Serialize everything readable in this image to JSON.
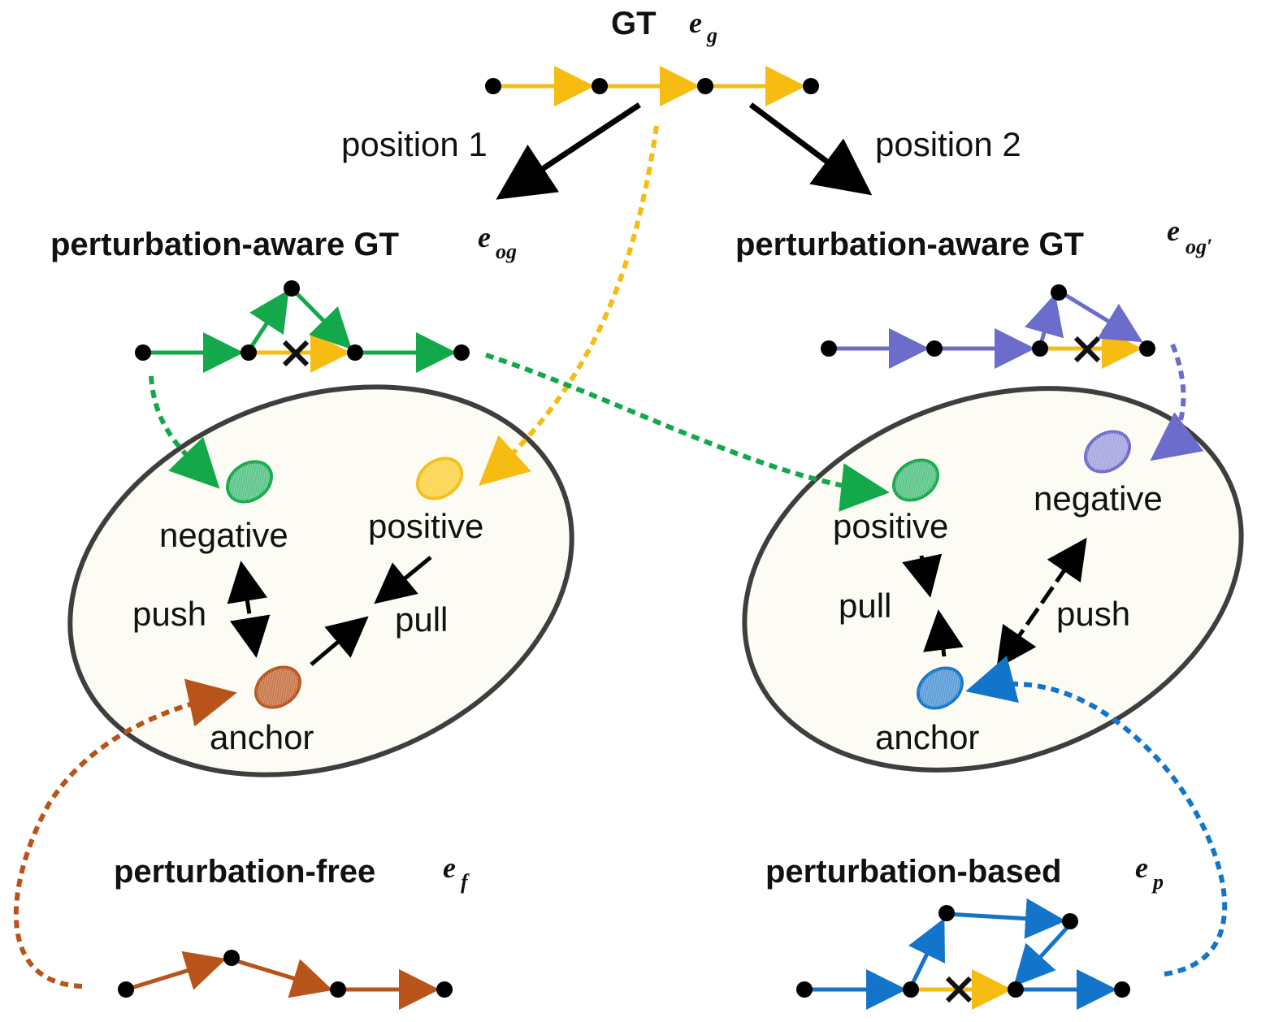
{
  "colors": {
    "gt": "#F7BC12",
    "green": "#13A849",
    "purple": "#6B6CCB",
    "brown": "#B8531A",
    "blue": "#1375C9",
    "ellipse_fill": "#FCFBF4",
    "ellipse_stroke": "#3E3E3E"
  },
  "top": {
    "title": "GT",
    "sym": "e",
    "sub": "g",
    "branch_left": "position 1",
    "branch_right": "position 2"
  },
  "left_gt": {
    "title": "perturbation-aware GT",
    "sym": "e",
    "sub": "og"
  },
  "right_gt": {
    "title": "perturbation-aware GT",
    "sym": "e",
    "sub": "og′"
  },
  "left_space": {
    "negative": "negative",
    "positive": "positive",
    "anchor": "anchor",
    "push": "push",
    "pull": "pull"
  },
  "right_space": {
    "negative": "negative",
    "positive": "positive",
    "anchor": "anchor",
    "push": "push",
    "pull": "pull"
  },
  "bottom_left": {
    "title": "perturbation-free",
    "sym": "e",
    "sub": "f"
  },
  "bottom_right": {
    "title": "perturbation-based",
    "sym": "e",
    "sub": "p"
  }
}
